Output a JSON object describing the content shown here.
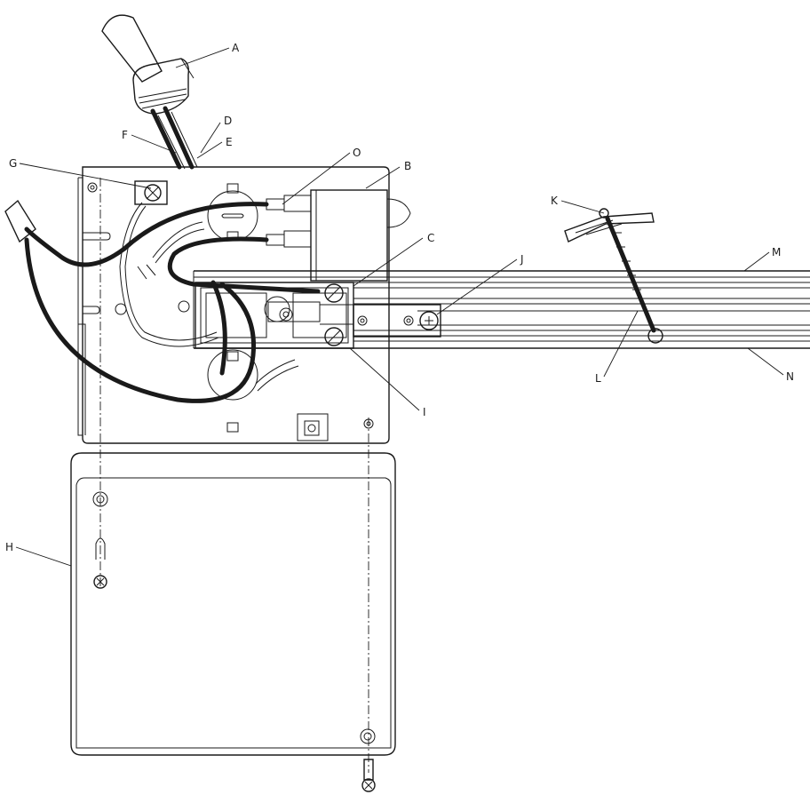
{
  "callouts": [
    {
      "id": "A",
      "text": "A"
    },
    {
      "id": "B",
      "text": "B"
    },
    {
      "id": "C",
      "text": "C"
    },
    {
      "id": "D",
      "text": "D"
    },
    {
      "id": "E",
      "text": "E"
    },
    {
      "id": "F",
      "text": "F"
    },
    {
      "id": "G",
      "text": "G"
    },
    {
      "id": "H",
      "text": "H"
    },
    {
      "id": "I",
      "text": "I"
    },
    {
      "id": "J",
      "text": "J"
    },
    {
      "id": "K",
      "text": "K"
    },
    {
      "id": "L",
      "text": "L"
    },
    {
      "id": "M",
      "text": "M"
    },
    {
      "id": "N",
      "text": "N"
    },
    {
      "id": "O",
      "text": "O"
    }
  ]
}
